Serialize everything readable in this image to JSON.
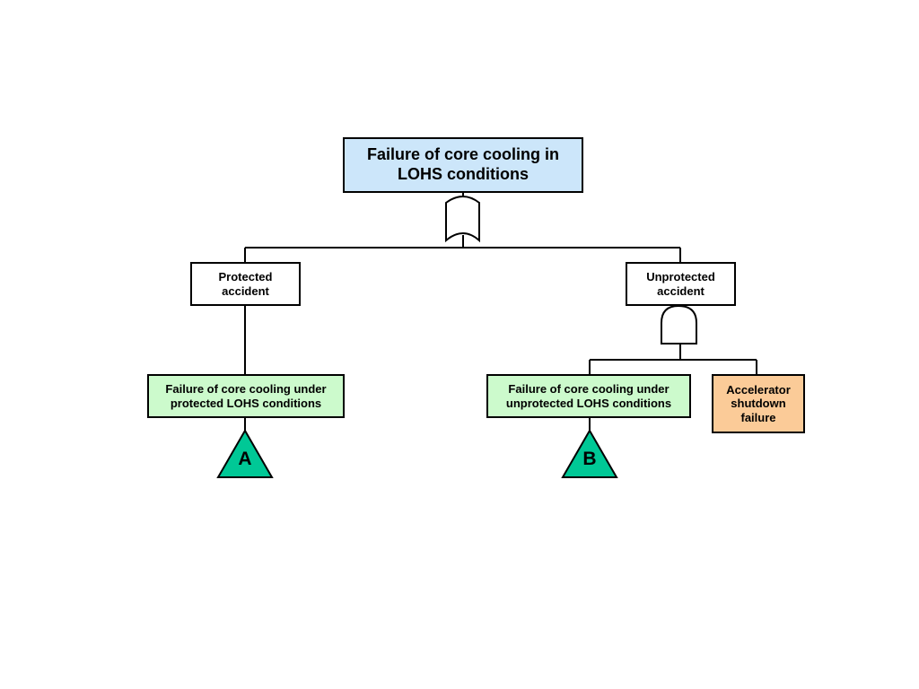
{
  "colors": {
    "top_event_fill": "#cce6fa",
    "event_fill": "#ffffff",
    "basic_event_fill": "#ccfacc",
    "accelerator_fill": "#fbcb98",
    "transfer_fill": "#00c896",
    "line": "#000000"
  },
  "nodes": {
    "top_event": "Failure of core cooling in LOHS conditions",
    "protected_accident": "Protected accident",
    "unprotected_accident": "Unprotected accident",
    "protected_lohs": "Failure of core cooling under protected LOHS conditions",
    "unprotected_lohs": "Failure of core cooling under unprotected LOHS conditions",
    "accelerator_shutdown": "Accelerator shutdown failure"
  },
  "gates": {
    "top_gate": "or-gate",
    "unprotected_gate": "and-gate"
  },
  "transfers": {
    "a": "A",
    "b": "B"
  }
}
